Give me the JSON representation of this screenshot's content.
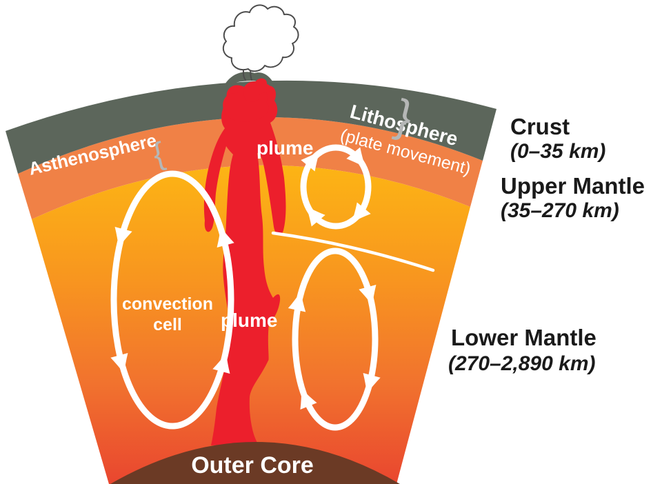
{
  "diagram": {
    "title": "Earth mantle convection cross-section",
    "surface_labels": {
      "lithosphere": "Lithosphere",
      "plate_movement": "(plate movement)",
      "lithosphere_brace": "}",
      "asthenosphere": "Asthenosphere",
      "asthenosphere_brace": "{"
    },
    "interior_labels": {
      "plume_upper": "plume",
      "plume_lower": "plume",
      "convection_line1": "convection",
      "convection_line2": "cell",
      "outer_core": "Outer Core"
    },
    "depth_labels": [
      {
        "name": "Crust",
        "range": "(0–35 km)"
      },
      {
        "name": "Upper Mantle",
        "range": "(35–270 km)"
      },
      {
        "name": "Lower Mantle",
        "range": "(270–2,890 km)"
      }
    ],
    "colors": {
      "lithosphere": "#5c665b",
      "asthenosphere": "#f08146",
      "mantle_top": "#fdb813",
      "mantle_upper_mid": "#f8961f",
      "mantle_lower_mid": "#f1722e",
      "mantle_bottom": "#e9462f",
      "outer_core": "#6b3a25",
      "plume_red": "#ec1f2c",
      "brace_gray": "#b5b7b6",
      "label_black": "#1a1a1a",
      "smoke_outline": "#4c4c4c"
    }
  }
}
